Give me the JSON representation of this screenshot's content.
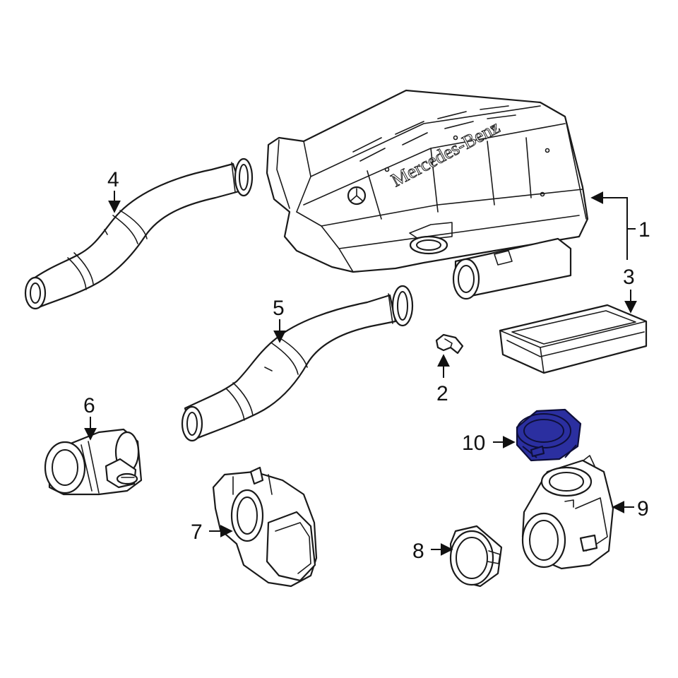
{
  "diagram": {
    "brand_text": "Mercedes-Benz",
    "highlight_color": "#2b2fa0",
    "callouts": [
      {
        "id": "1",
        "text": "1"
      },
      {
        "id": "2",
        "text": "2"
      },
      {
        "id": "3",
        "text": "3"
      },
      {
        "id": "4",
        "text": "4"
      },
      {
        "id": "5",
        "text": "5"
      },
      {
        "id": "6",
        "text": "6"
      },
      {
        "id": "7",
        "text": "7"
      },
      {
        "id": "8",
        "text": "8"
      },
      {
        "id": "9",
        "text": "9"
      },
      {
        "id": "10",
        "text": "10"
      }
    ]
  }
}
